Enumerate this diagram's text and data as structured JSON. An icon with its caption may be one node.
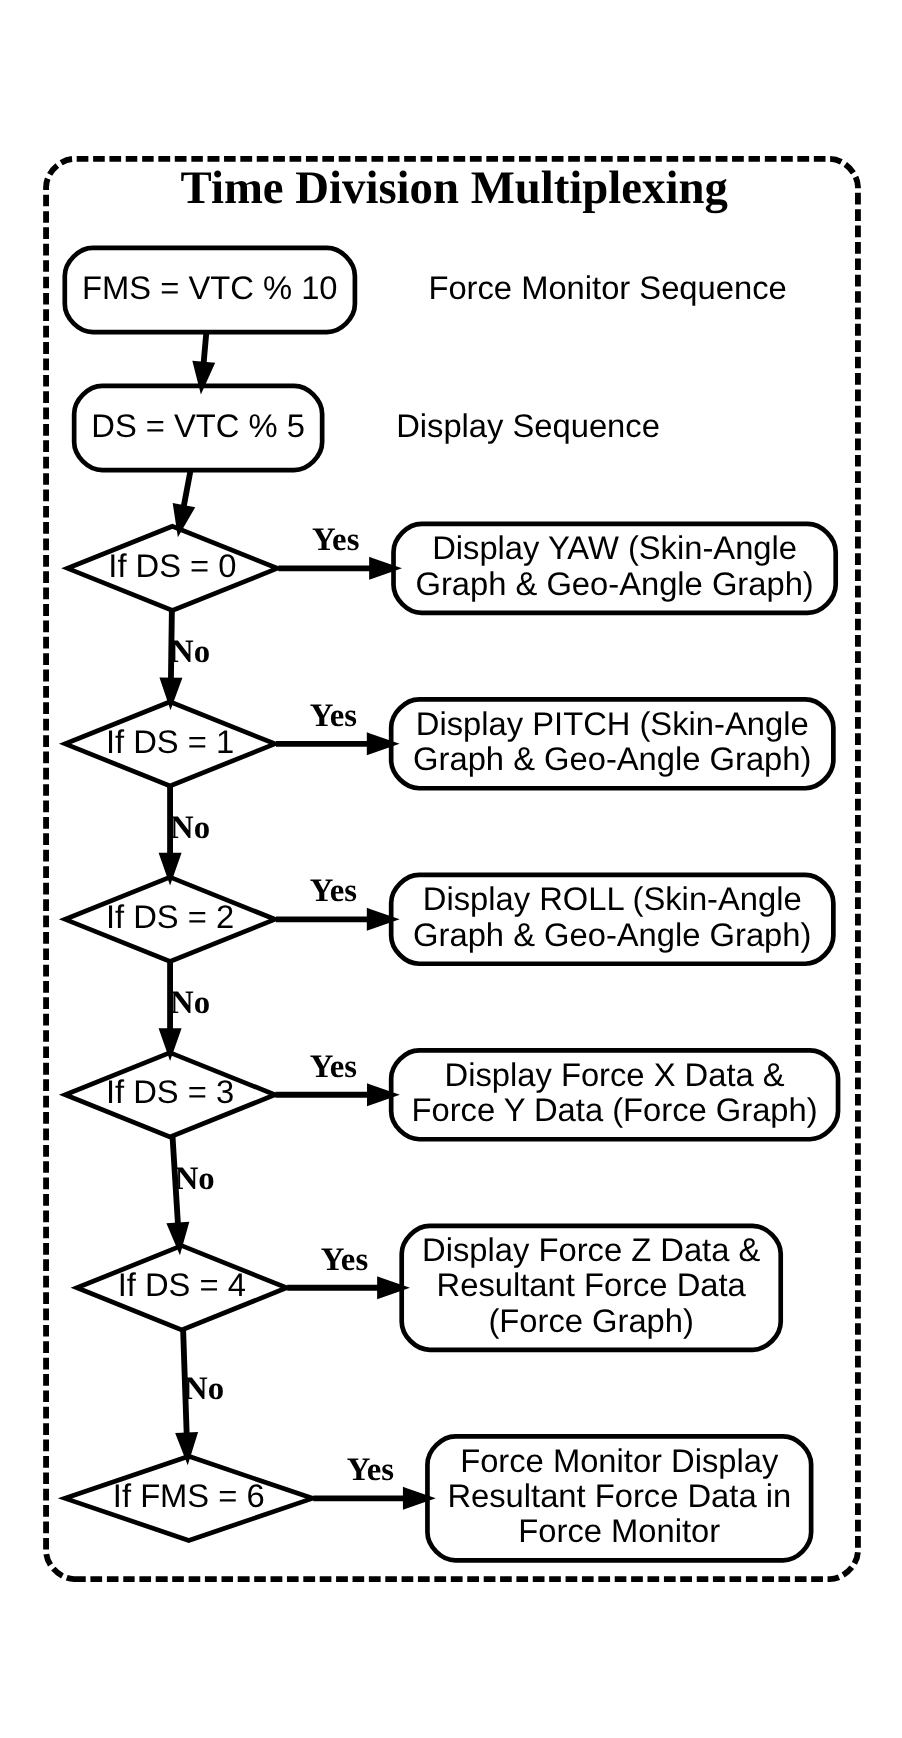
{
  "diagram": {
    "nodes": [
      {
        "text": [
          "Time Division Multiplexing"
        ]
      },
      {
        "text": [
          "FMS = VTC % 10"
        ],
        "beside": [
          "Force Monitor Sequence"
        ],
        "in": 0
      },
      {
        "text": [
          "DS = VTC % 5"
        ],
        "beside": [
          "Display Sequence"
        ],
        "in": 0
      },
      {
        "text": [
          "If DS = 0"
        ],
        "in": 0
      },
      {
        "text": [
          "Display YAW (Skin-Angle Graph & Geo-Angle Graph)"
        ],
        "in": 0
      },
      {
        "text": [
          "If DS = 1"
        ],
        "in": 0
      },
      {
        "text": [
          "Display PITCH (Skin-Angle Graph & Geo-Angle Graph)"
        ],
        "in": 0
      },
      {
        "text": [
          "If DS = 2"
        ],
        "in": 0
      },
      {
        "text": [
          "Display ROLL (Skin-Angle Graph & Geo-Angle Graph)"
        ],
        "in": 0
      },
      {
        "text": [
          "If DS = 3"
        ],
        "in": 0
      },
      {
        "text": [
          "Display Force X Data & Force Y Data (Force Graph)"
        ],
        "in": 0
      },
      {
        "text": [
          "If DS = 4"
        ],
        "in": 0
      },
      {
        "text": [
          "Display Force Z Data & Resultant Force Data (Force Graph)"
        ],
        "in": 0
      },
      {
        "text": [
          "If FMS = 6"
        ],
        "in": 0
      },
      {
        "text": [
          "Force Monitor Display Resultant Force Data in Force Monitor"
        ],
        "in": 0
      }
    ],
    "edges": [
      {
        "from": 1,
        "to": 2,
        "arrow": "to"
      },
      {
        "from": 2,
        "to": 3,
        "arrow": "to"
      },
      {
        "from": 3,
        "to": 4,
        "arrow": "to",
        "label": "Yes"
      },
      {
        "from": 3,
        "to": 5,
        "arrow": "to",
        "label": "No"
      },
      {
        "from": 5,
        "to": 6,
        "arrow": "to",
        "label": "Yes"
      },
      {
        "from": 5,
        "to": 7,
        "arrow": "to",
        "label": "No"
      },
      {
        "from": 7,
        "to": 8,
        "arrow": "to",
        "label": "Yes"
      },
      {
        "from": 7,
        "to": 9,
        "arrow": "to",
        "label": "No"
      },
      {
        "from": 9,
        "to": 10,
        "arrow": "to",
        "label": "Yes"
      },
      {
        "from": 9,
        "to": 11,
        "arrow": "to",
        "label": "No"
      },
      {
        "from": 11,
        "to": 12,
        "arrow": "to",
        "label": "Yes"
      },
      {
        "from": 11,
        "to": 13,
        "arrow": "to",
        "label": "No"
      },
      {
        "from": 13,
        "to": 14,
        "arrow": "to",
        "label": "Yes"
      }
    ]
  }
}
